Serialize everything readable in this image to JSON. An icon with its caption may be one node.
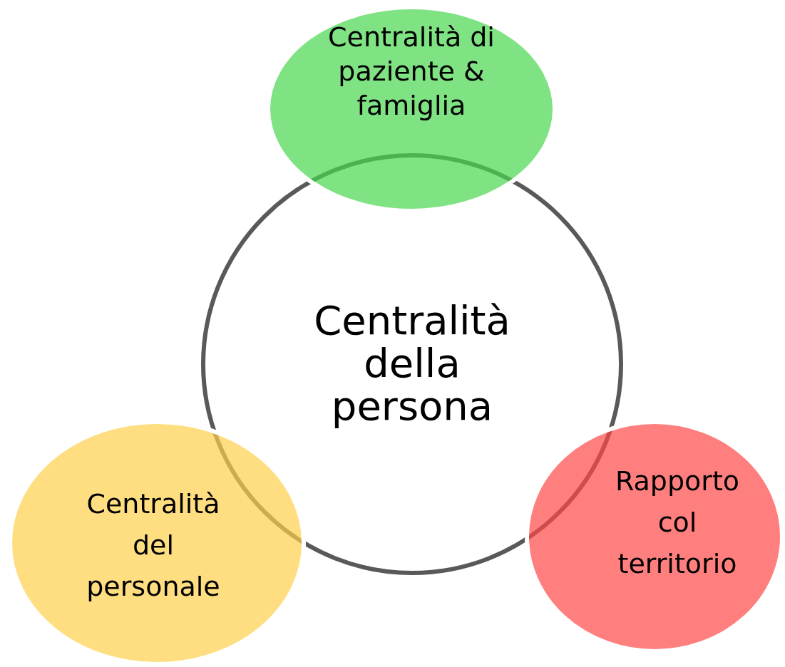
{
  "diagram": {
    "nodes": [
      {
        "text": [
          "Centralità di paziente & famiglia"
        ]
      },
      {
        "text": [
          "Centralità della persona"
        ]
      },
      {
        "text": [
          "Centralità del personale"
        ]
      },
      {
        "text": [
          "Rapporto col territorio"
        ]
      }
    ]
  }
}
